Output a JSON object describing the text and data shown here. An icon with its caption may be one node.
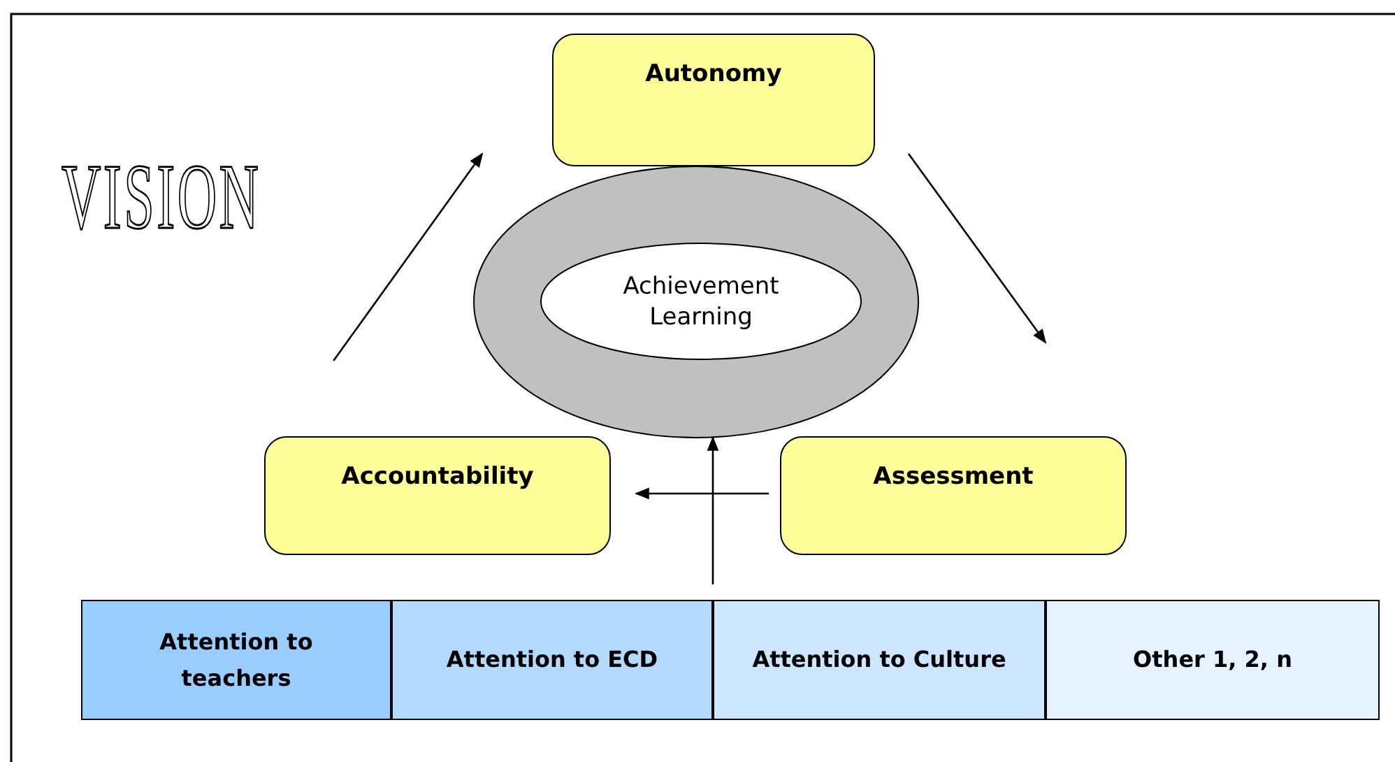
{
  "diagram": {
    "nodes": [
      {
        "text": [
          "Autonomy"
        ]
      },
      {
        "text": [],
        "shape": "ring"
      },
      {
        "text": [
          "Achievement Learning"
        ],
        "in": 1
      },
      {
        "text": [
          "Accountability"
        ]
      },
      {
        "text": [
          "Assessment"
        ]
      },
      {
        "text": [
          "Attention to teachers"
        ]
      },
      {
        "text": [
          "Attention to ECD"
        ]
      },
      {
        "text": [
          "Attention to Culture"
        ]
      },
      {
        "text": [
          "Other 1, 2, n"
        ]
      }
    ],
    "edges": [
      {
        "from": 3,
        "to": 0,
        "arrow": "to"
      },
      {
        "from": 0,
        "to": 4,
        "arrow": "to"
      },
      {
        "from": 4,
        "to": 3,
        "arrow": "to"
      },
      {
        "from": 6,
        "to": 1,
        "arrow": "to"
      }
    ],
    "labels": [
      "VISION"
    ]
  }
}
